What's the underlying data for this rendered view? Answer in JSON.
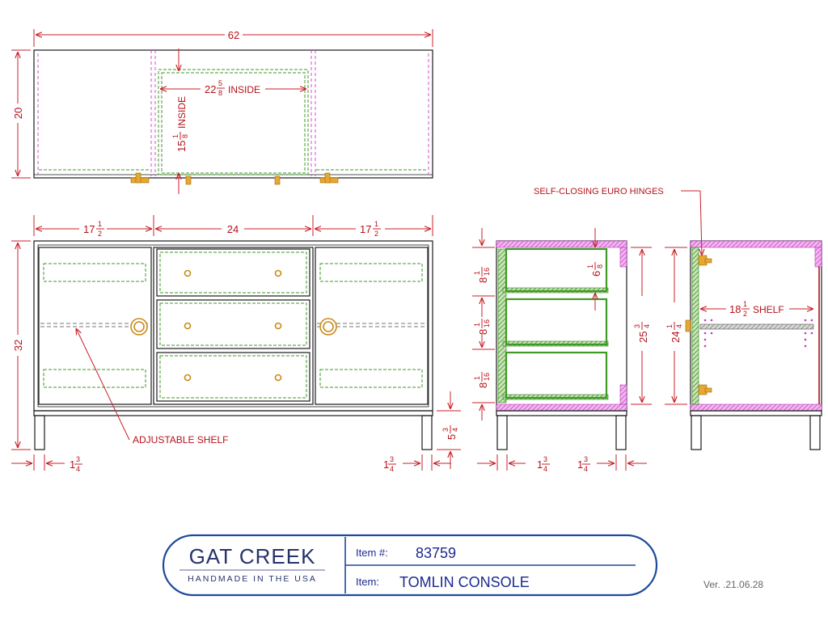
{
  "dimensions": {
    "top_width": "62",
    "top_depth": "20",
    "inside_width_whole": "22",
    "inside_width_num": "5",
    "inside_width_den": "8",
    "inside_width_suffix": "INSIDE",
    "inside_depth_whole": "15",
    "inside_depth_num": "1",
    "inside_depth_den": "8",
    "inside_depth_suffix": "INSIDE",
    "front_left_whole": "17",
    "front_left_num": "1",
    "front_left_den": "2",
    "front_center": "24",
    "front_right_whole": "17",
    "front_right_num": "1",
    "front_right_den": "2",
    "front_height": "32",
    "leg_height_whole": "5",
    "leg_height_num": "3",
    "leg_height_den": "4",
    "leg_left_whole": "1",
    "leg_left_num": "3",
    "leg_left_den": "4",
    "leg_right_whole": "1",
    "leg_right_num": "3",
    "leg_right_den": "4",
    "drawer_1_whole": "8",
    "drawer_1_num": "1",
    "drawer_1_den": "16",
    "drawer_2_whole": "8",
    "drawer_2_num": "1",
    "drawer_2_den": "16",
    "drawer_3_whole": "8",
    "drawer_3_num": "1",
    "drawer_3_den": "16",
    "drawer_inner_whole": "6",
    "drawer_inner_num": "1",
    "drawer_inner_den": "8",
    "side_height_whole": "25",
    "side_height_num": "3",
    "side_height_den": "4",
    "side_leg_left_whole": "1",
    "side_leg_left_num": "3",
    "side_leg_left_den": "4",
    "side_leg_right_whole": "1",
    "side_leg_right_num": "3",
    "side_leg_right_den": "4",
    "door_height_whole": "24",
    "door_height_num": "1",
    "door_height_den": "4",
    "shelf_whole": "18",
    "shelf_num": "1",
    "shelf_den": "2",
    "shelf_suffix": "SHELF"
  },
  "labels": {
    "hinges": "SELF-CLOSING EURO HINGES",
    "adjustable_shelf": "ADJUSTABLE SHELF"
  },
  "title_block": {
    "brand": "GAT CREEK",
    "tagline": "HANDMADE IN THE USA",
    "item_number_label": "Item #:",
    "item_number": "83759",
    "item_label": "Item:",
    "item_name": "TOMLIN CONSOLE",
    "version": "Ver. .21.06.28"
  },
  "colors": {
    "dimension": "#c8202a",
    "outline": "#1a1a1a",
    "hidden_green": "#3f9a26",
    "hidden_magenta": "#d94ad8",
    "hardware": "#c98a1a",
    "title_blue": "#1b2a8f"
  }
}
